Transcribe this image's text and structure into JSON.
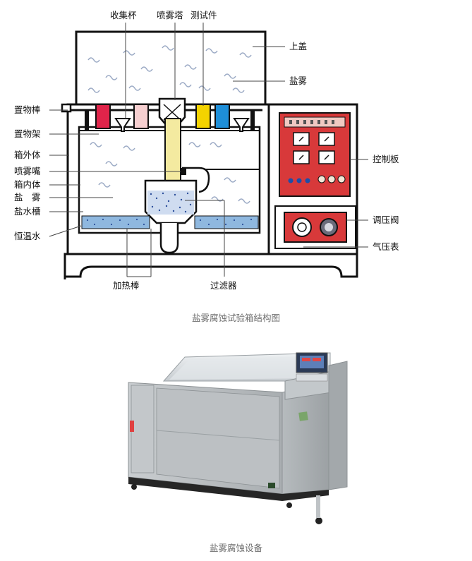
{
  "diagram": {
    "labels": {
      "collect_cup": "收集杯",
      "spray_tower": "喷雾塔",
      "test_piece": "测试件",
      "top_cover": "上盖",
      "salt_fog_top": "盐雾",
      "holder_rod": "置物棒",
      "holder_rack": "置物架",
      "outer_box": "箱外体",
      "spray_nozzle": "喷雾嘴",
      "inner_box": "箱内体",
      "salt_fog_left": "盐　雾",
      "salt_tank": "盐水槽",
      "constant_water": "恒温水",
      "heater_rod": "加热棒",
      "filter": "过滤器",
      "control_panel": "控制板",
      "regulator_valve": "调压阀",
      "pressure_gauge": "气压表"
    },
    "colors": {
      "red_panel": "#d8393a",
      "specimen_red": "#e0244a",
      "specimen_pink": "#f6cfd0",
      "specimen_yellow": "#f4d300",
      "specimen_blue": "#1e8fd9",
      "spray_tower": "#f4eaa0",
      "water": "#8fb8df"
    },
    "caption": "盐雾腐蚀试验箱结构图"
  },
  "photo": {
    "caption": "盐雾腐蚀设备"
  }
}
